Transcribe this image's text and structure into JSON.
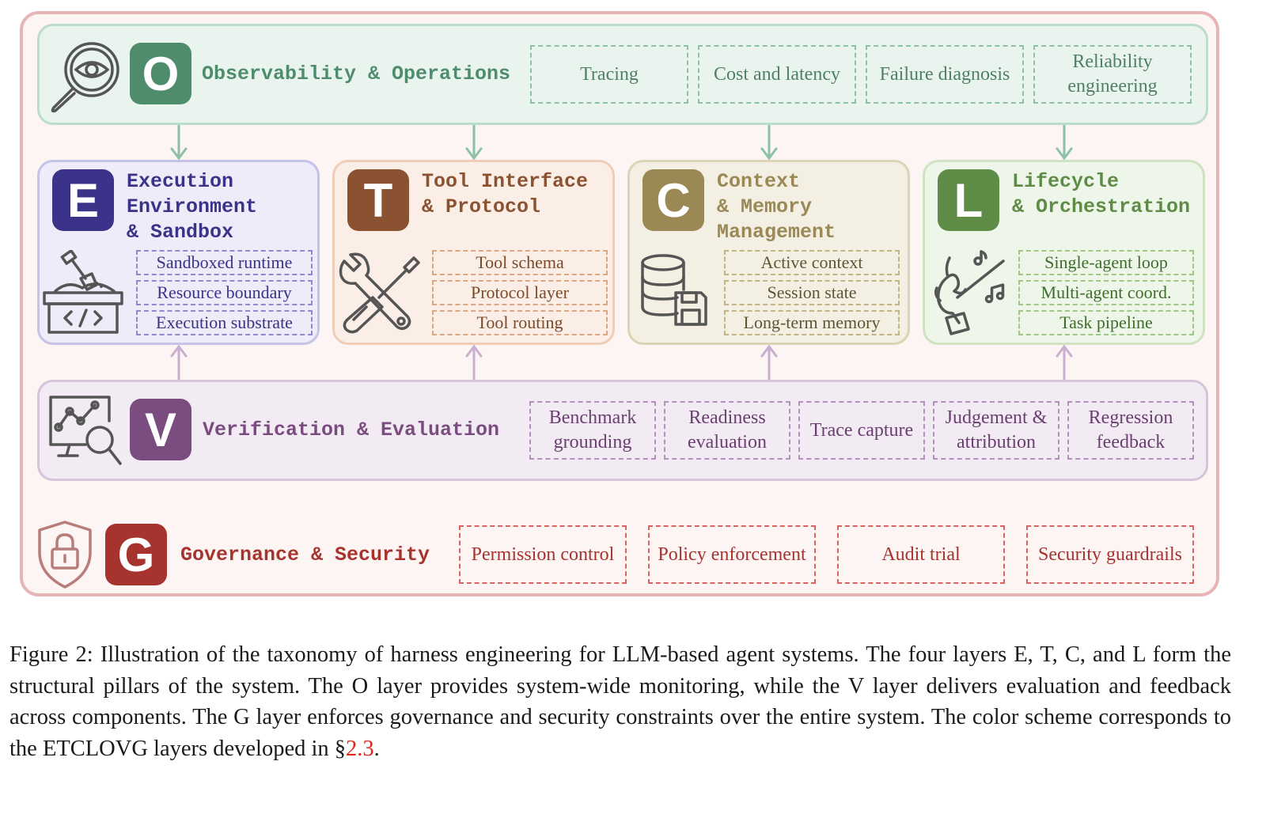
{
  "layers": {
    "o": {
      "letter": "O",
      "title": "Observability & Operations",
      "items": [
        "Tracing",
        "Cost and latency",
        "Failure diagnosis",
        "Reliability engineering"
      ],
      "icon": "magnifier-eye-icon",
      "color": "#4e8c6c"
    },
    "e": {
      "letter": "E",
      "title_lines": [
        "Execution",
        "Environment",
        "& Sandbox"
      ],
      "items": [
        "Sandboxed runtime",
        "Resource boundary",
        "Execution substrate"
      ],
      "icon": "sandbox-box-icon",
      "color": "#3a3389"
    },
    "t": {
      "letter": "T",
      "title_lines": [
        "Tool Interface",
        "& Protocol"
      ],
      "items": [
        "Tool schema",
        "Protocol layer",
        "Tool routing"
      ],
      "icon": "wrench-screwdriver-icon",
      "color": "#8a5230"
    },
    "c": {
      "letter": "C",
      "title_lines": [
        "Context",
        "& Memory",
        "Management"
      ],
      "items": [
        "Active context",
        "Session state",
        "Long-term memory"
      ],
      "icon": "database-save-icon",
      "color": "#9a8855"
    },
    "l": {
      "letter": "L",
      "title_lines": [
        "Lifecycle",
        "& Orchestration"
      ],
      "items": [
        "Single-agent loop",
        "Multi-agent coord.",
        "Task pipeline"
      ],
      "icon": "conductor-hand-icon",
      "color": "#5e8c46"
    },
    "v": {
      "letter": "V",
      "title": "Verification & Evaluation",
      "items": [
        "Benchmark grounding",
        "Readiness evaluation",
        "Trace capture",
        "Judgement & attribution",
        "Regression feedback"
      ],
      "icon": "chart-magnifier-icon",
      "color": "#7a4c80"
    },
    "g": {
      "letter": "G",
      "title": "Governance & Security",
      "items": [
        "Permission control",
        "Policy enforcement",
        "Audit trial",
        "Security guardrails"
      ],
      "icon": "shield-lock-icon",
      "color": "#a7332e"
    }
  },
  "caption": {
    "text": "Figure 2: Illustration of the taxonomy of harness engineering for LLM-based agent systems. The four layers E, T, C, and L form the structural pillars of the system. The O layer provides system-wide monitoring, while the V layer delivers evaluation and feedback across components. The G layer enforces governance and security constraints over the entire system. The color scheme corresponds to the ETCLOVG layers developed in §",
    "ref": "2.3",
    "end": "."
  }
}
